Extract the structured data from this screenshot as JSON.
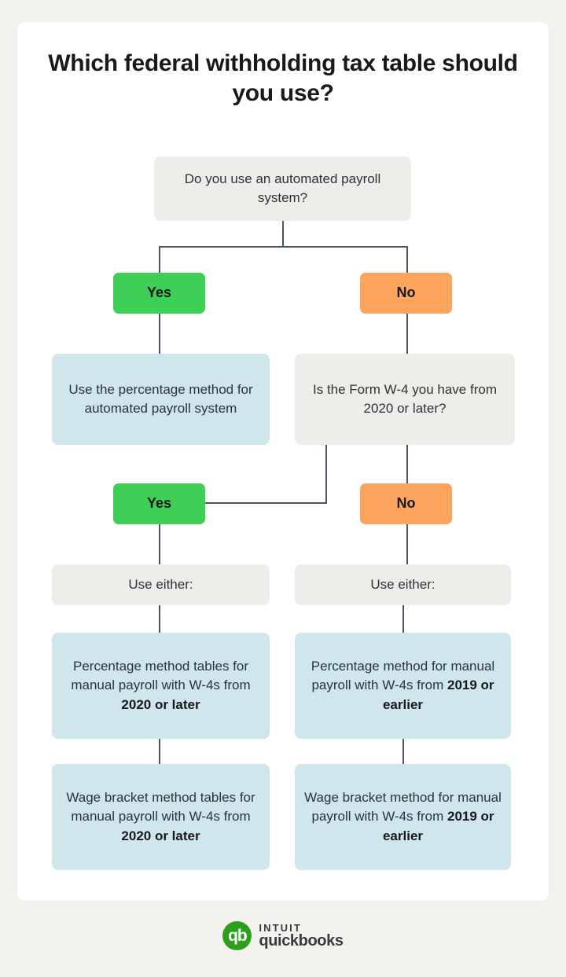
{
  "colors": {
    "page_background": "#f4f2ee",
    "card_background": "#ffffff",
    "gray_node": "#eeede9",
    "blue_node": "#cfe6ec",
    "yes_green": "#3ecf56",
    "no_orange": "#fca45c",
    "connector": "#4a5568",
    "brand_green": "#2ca01c",
    "text": "#2c3339"
  },
  "header": {
    "title": "Which federal withholding tax table should you use?"
  },
  "flow": {
    "q1": {
      "text": "Do you use an automated payroll system?"
    },
    "q1_yes": {
      "label": "Yes"
    },
    "q1_no": {
      "label": "No"
    },
    "yes_result": {
      "text": "Use the percentage method for automated payroll system"
    },
    "q2": {
      "text": "Is the Form W-4 you have from 2020 or later?"
    },
    "q2_yes": {
      "label": "Yes"
    },
    "q2_no": {
      "label": "No"
    },
    "left_use_either": {
      "text": "Use either:"
    },
    "right_use_either": {
      "text": "Use either:"
    },
    "left_option_1": {
      "plain_prefix": "Percentage method tables for manual payroll with W-4s from ",
      "bold_suffix": "2020 or later"
    },
    "left_option_2": {
      "plain_prefix": "Wage bracket method tables for manual payroll with W-4s from ",
      "bold_suffix": "2020 or later"
    },
    "right_option_1": {
      "plain_prefix": "Percentage method for manual payroll with W-4s from ",
      "bold_suffix": "2019 or earlier"
    },
    "right_option_2": {
      "plain_prefix": "Wage bracket method for manual payroll with W-4s from ",
      "bold_suffix": "2019 or earlier"
    }
  },
  "footer": {
    "brand_top": "INTUIT",
    "brand_bottom": "quickbooks",
    "mark_text": "qb"
  }
}
